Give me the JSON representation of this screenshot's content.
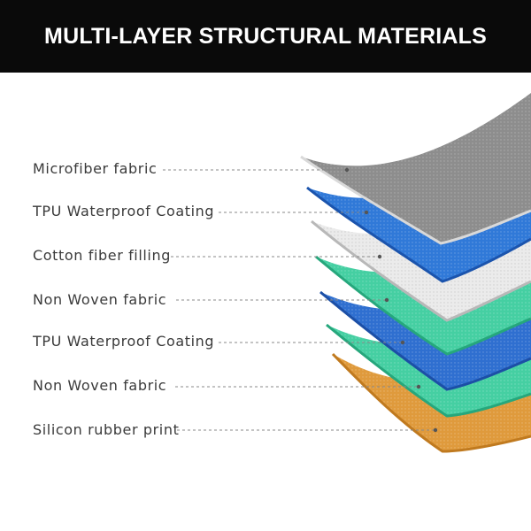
{
  "header": {
    "title": "MULTI-LAYER STRUCTURAL MATERIALS",
    "background": "#0a0a0a",
    "text_color": "#ffffff"
  },
  "layers": [
    {
      "label": "Microfiber fabric",
      "material": "microfiber",
      "color": "#8c8c8c"
    },
    {
      "label": "TPU Waterproof Coating",
      "material": "tpu",
      "color": "#2f6fd0"
    },
    {
      "label": "Cotton fiber filling",
      "material": "cotton",
      "color": "#e8e8e8"
    },
    {
      "label": "Non Woven fabric",
      "material": "non-woven",
      "color": "#3fcf9f"
    },
    {
      "label": "TPU Waterproof Coating",
      "material": "tpu",
      "color": "#2f6fd0"
    },
    {
      "label": "Non Woven fabric",
      "material": "non-woven",
      "color": "#3fcf9f"
    },
    {
      "label": "Silicon rubber print",
      "material": "silicone-rubber",
      "color": "#e39a3a"
    }
  ]
}
